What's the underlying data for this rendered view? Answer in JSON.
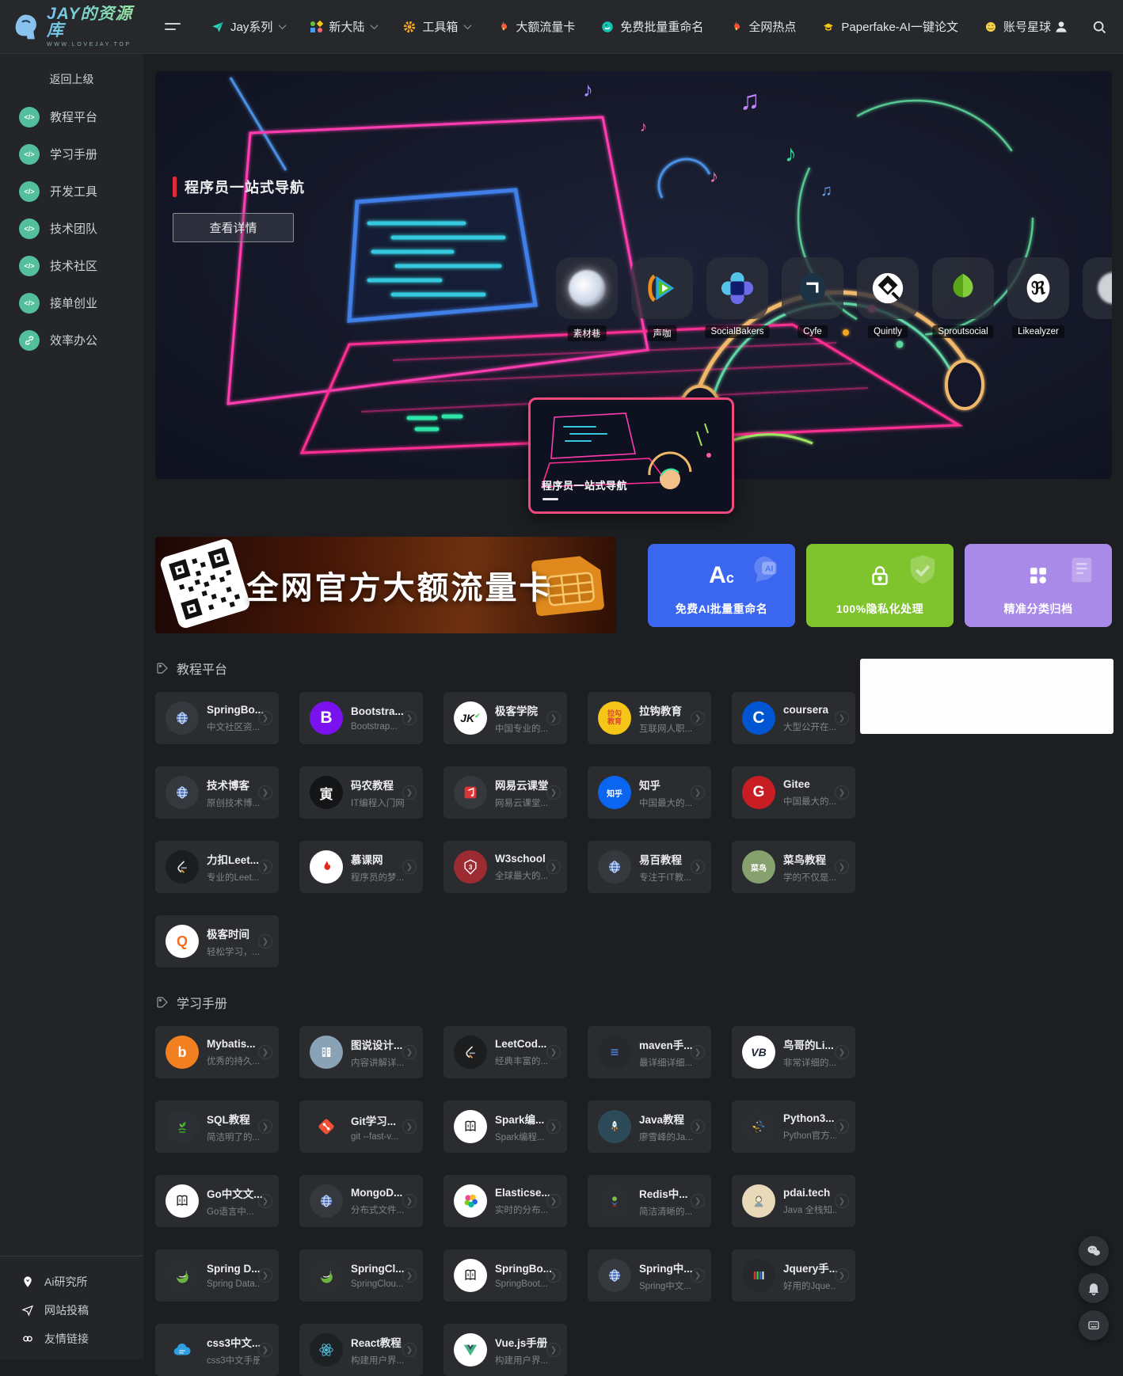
{
  "navbar": {
    "logo_title": "JAY的资源库",
    "logo_subtitle": "WWW.LOVEJAY.TOP",
    "items": [
      {
        "icon": "paper-plane-icon",
        "label": "Jay系列",
        "caret": true
      },
      {
        "icon": "color-dots-icon",
        "label": "新大陆",
        "caret": true
      },
      {
        "icon": "gear-icon",
        "label": "工具箱",
        "caret": true
      },
      {
        "icon": "flame-icon",
        "label": "大额流量卡",
        "caret": false
      },
      {
        "icon": "rename-icon",
        "label": "免费批量重命名",
        "caret": false
      },
      {
        "icon": "hot-icon",
        "label": "全网热点",
        "caret": false
      },
      {
        "icon": "grad-cap-icon",
        "label": "Paperfake-AI一键论文",
        "caret": false
      },
      {
        "icon": "planet-icon",
        "label": "账号星球",
        "caret": false
      }
    ]
  },
  "sidebar": {
    "back_label": "返回上级",
    "items": [
      {
        "icon": "code-icon",
        "label": "教程平台"
      },
      {
        "icon": "code-icon",
        "label": "学习手册"
      },
      {
        "icon": "code-icon",
        "label": "开发工具"
      },
      {
        "icon": "code-icon",
        "label": "技术团队"
      },
      {
        "icon": "code-icon",
        "label": "技术社区"
      },
      {
        "icon": "code-icon",
        "label": "接单创业"
      },
      {
        "icon": "link-icon",
        "label": "效率办公"
      }
    ],
    "bottom_items": [
      {
        "icon": "pin-icon",
        "label": "Ai研究所"
      },
      {
        "icon": "send-icon",
        "label": "网站投稿"
      },
      {
        "icon": "chain-icon",
        "label": "友情链接"
      }
    ]
  },
  "hero": {
    "title": "程序员一站式导航",
    "button_label": "查看详情",
    "popup_label": "程序员一站式导航",
    "dock": [
      {
        "icon": "sucai-logo",
        "label": "素材巷"
      },
      {
        "icon": "shengka-logo",
        "label": "声咖"
      },
      {
        "icon": "socialbakers-logo",
        "label": "SocialBakers"
      },
      {
        "icon": "cyfe-logo",
        "label": "Cyfe"
      },
      {
        "icon": "quintly-logo",
        "label": "Quintly"
      },
      {
        "icon": "sprout-logo",
        "label": "Sproutsocial"
      },
      {
        "icon": "likealyzer-logo",
        "label": "Likealyzer"
      },
      {
        "icon": "partial-logo",
        "label": ""
      }
    ]
  },
  "promo": {
    "banner_text": "全网官方大额流量卡"
  },
  "features": [
    {
      "icon": "ai-rename",
      "label": "免费AI批量重命名",
      "color": "#3b66f0"
    },
    {
      "icon": "lock-shield",
      "label": "100%隐私化处理",
      "color": "#7fc32d"
    },
    {
      "icon": "grid-archive",
      "label": "精准分类归档",
      "color": "#a98ae8"
    }
  ],
  "sections": [
    {
      "title": "教程平台",
      "cards": [
        {
          "title": "SpringBo...",
          "subtitle": "中文社区资...",
          "icon": "globe"
        },
        {
          "title": "Bootstra...",
          "subtitle": "Bootstrap...",
          "icon": "bootstrap"
        },
        {
          "title": "极客学院",
          "subtitle": "中国专业的...",
          "icon": "jike"
        },
        {
          "title": "拉钩教育",
          "subtitle": "互联网人职...",
          "icon": "lagou"
        },
        {
          "title": "coursera",
          "subtitle": "大型公开在...",
          "icon": "coursera"
        },
        {
          "title": "技术博客",
          "subtitle": "原创技术博...",
          "icon": "globe"
        },
        {
          "title": "码农教程",
          "subtitle": "IT编程入门网",
          "icon": "manong"
        },
        {
          "title": "网易云课堂",
          "subtitle": "网易云课堂...",
          "icon": "netease"
        },
        {
          "title": "知乎",
          "subtitle": "中国最大的...",
          "icon": "zhihu"
        },
        {
          "title": "Gitee",
          "subtitle": "中国最大的...",
          "icon": "gitee"
        },
        {
          "title": "力扣Leet...",
          "subtitle": "专业的Leet...",
          "icon": "leetcode"
        },
        {
          "title": "慕课网",
          "subtitle": "程序员的梦...",
          "icon": "imooc"
        },
        {
          "title": "W3school",
          "subtitle": "全球最大的...",
          "icon": "w3school"
        },
        {
          "title": "易百教程",
          "subtitle": "专注于IT教...",
          "icon": "globe"
        },
        {
          "title": "菜鸟教程",
          "subtitle": "学的不仅是...",
          "icon": "cainiao"
        },
        {
          "title": "极客时间",
          "subtitle": "轻松学习，...",
          "icon": "geektime"
        }
      ]
    },
    {
      "title": "学习手册",
      "cards": [
        {
          "title": "Mybatis...",
          "subtitle": "优秀的持久...",
          "icon": "mybatis"
        },
        {
          "title": "图说设计...",
          "subtitle": "内容讲解详...",
          "icon": "tushuo"
        },
        {
          "title": "LeetCod...",
          "subtitle": "经典丰富的...",
          "icon": "leetcode"
        },
        {
          "title": "maven手...",
          "subtitle": "最详细详细...",
          "icon": "maven"
        },
        {
          "title": "鸟哥的Li...",
          "subtitle": "非常详细的...",
          "icon": "niaoge"
        },
        {
          "title": "SQL教程",
          "subtitle": "简洁明了的...",
          "icon": "sqlbook"
        },
        {
          "title": "Git学习...",
          "subtitle": "git --fast-v...",
          "icon": "git"
        },
        {
          "title": "Spark编...",
          "subtitle": "Spark编程...",
          "icon": "bookwhite"
        },
        {
          "title": "Java教程",
          "subtitle": "廖雪峰的Ja...",
          "icon": "javarocket"
        },
        {
          "title": "Python3...",
          "subtitle": "Python官方...",
          "icon": "python"
        },
        {
          "title": "Go中文文...",
          "subtitle": "Go语言中...",
          "icon": "bookwhite"
        },
        {
          "title": "MongoD...",
          "subtitle": "分布式文件...",
          "icon": "globe"
        },
        {
          "title": "Elasticse...",
          "subtitle": "实时的分布...",
          "icon": "elastic"
        },
        {
          "title": "Redis中...",
          "subtitle": "简洁清晰的...",
          "icon": "redis"
        },
        {
          "title": "pdai.tech",
          "subtitle": "Java 全栈知...",
          "icon": "pdai"
        },
        {
          "title": "Spring D...",
          "subtitle": "Spring Data...",
          "icon": "spring"
        },
        {
          "title": "SpringCl...",
          "subtitle": "SpringClou...",
          "icon": "spring"
        },
        {
          "title": "SpringBo...",
          "subtitle": "SpringBoot...",
          "icon": "bookwhite"
        },
        {
          "title": "Spring中...",
          "subtitle": "Spring中文...",
          "icon": "globe"
        },
        {
          "title": "Jquery手...",
          "subtitle": "好用的Jque...",
          "icon": "jquery"
        },
        {
          "title": "css3中文...",
          "subtitle": "css3中文手册",
          "icon": "csscloud"
        },
        {
          "title": "React教程",
          "subtitle": "构建用户界...",
          "icon": "react"
        },
        {
          "title": "Vue.js手册",
          "subtitle": "构建用户界...",
          "icon": "vue"
        }
      ]
    }
  ],
  "floating_buttons": [
    {
      "icon": "wechat-icon"
    },
    {
      "icon": "bell-icon"
    },
    {
      "icon": "widget-icon"
    }
  ]
}
